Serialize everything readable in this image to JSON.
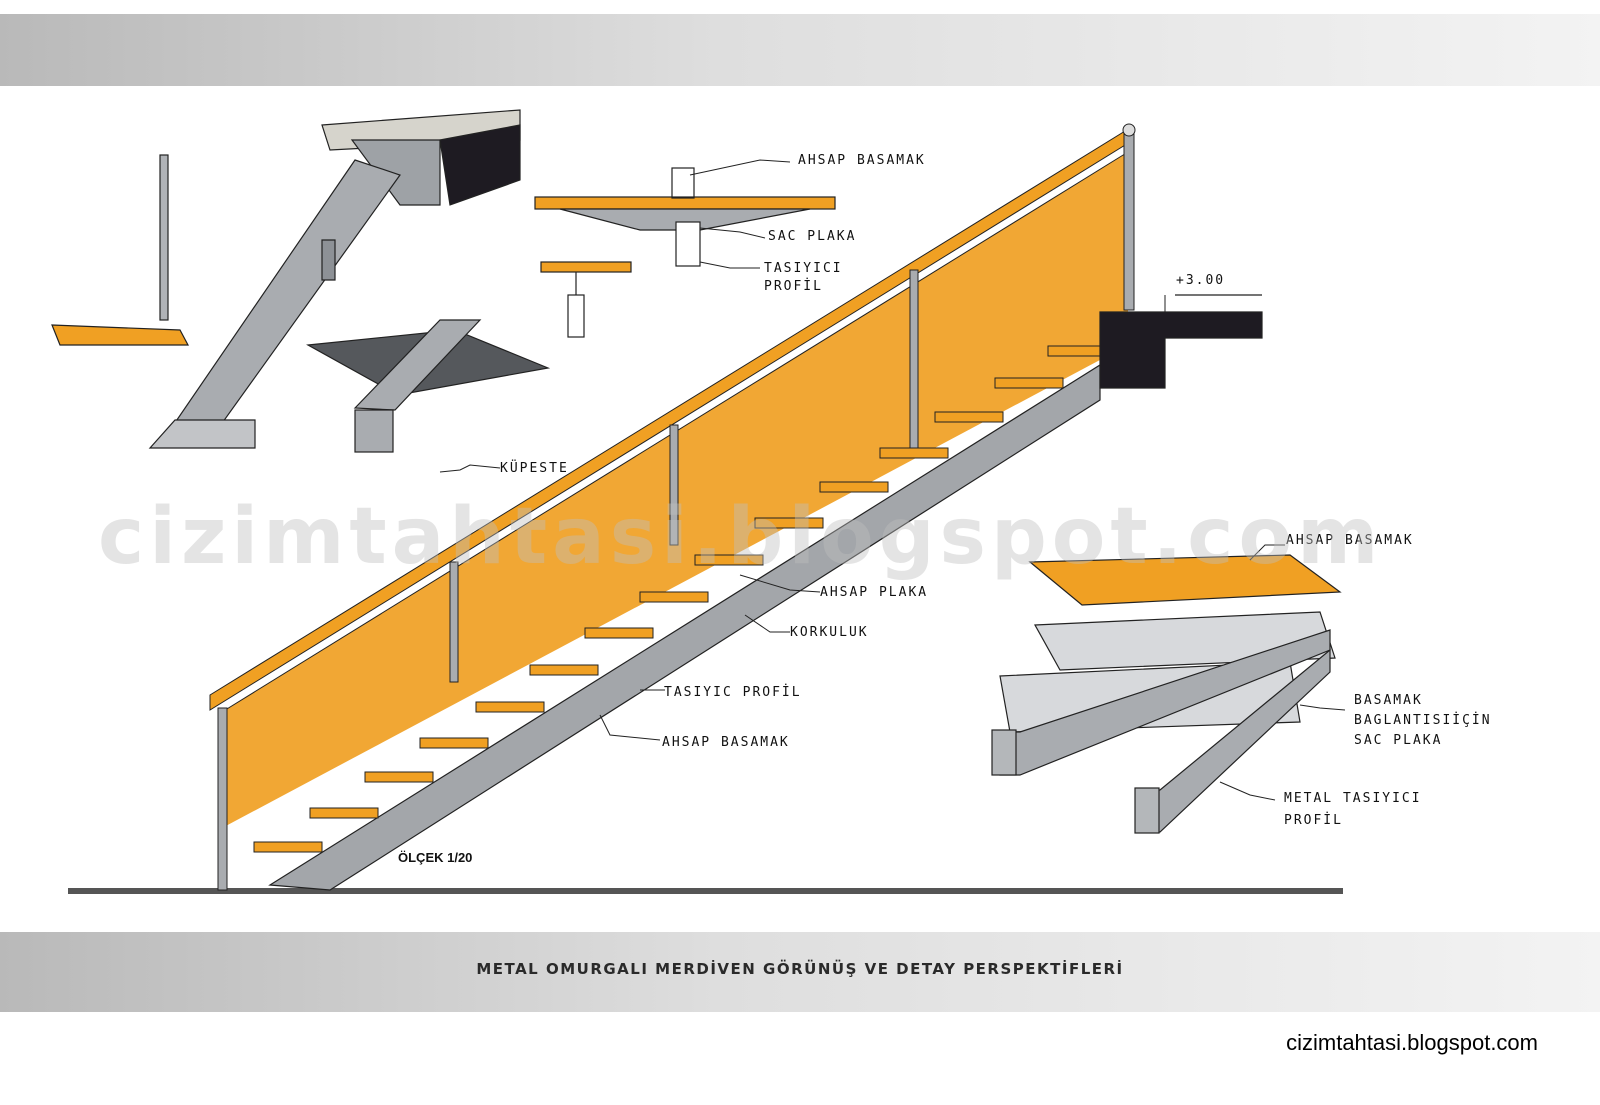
{
  "sheet_title": "METAL OMURGALI MERDİVEN GÖRÜNÜŞ VE DETAY PERSPEKTİFLERİ",
  "scale_label": "ÖLÇEK 1/20",
  "watermark": "cizimtahtasi.blogspot.com",
  "site_url": "cizimtahtasi.blogspot.com",
  "level_label": "+3.00",
  "colors": {
    "wood": "#f0a023",
    "steel": "#a9acb0",
    "dark": "#1e1b22",
    "ink": "#111111"
  },
  "labels": {
    "section_tread": "AHSAP BASAMAK",
    "section_plate": "SAC PLAKA",
    "section_profile_1": "TASIYICI",
    "section_profile_2": "PROFİL",
    "handrail": "KÜPESTE",
    "tread_plate": "AHSAP PLAKA",
    "riser": "KORKULUK",
    "carrier_profile": "TASIYIC PROFİL",
    "tread": "AHSAP BASAMAK",
    "detail_tread": "AHSAP BASAMAK",
    "detail_plate_1": "BASAMAK",
    "detail_plate_2": "BAGLANTISIİÇİN",
    "detail_plate_3": "SAC PLAKA",
    "detail_profile_1": "METAL TASIYICI",
    "detail_profile_2": "PROFİL"
  }
}
